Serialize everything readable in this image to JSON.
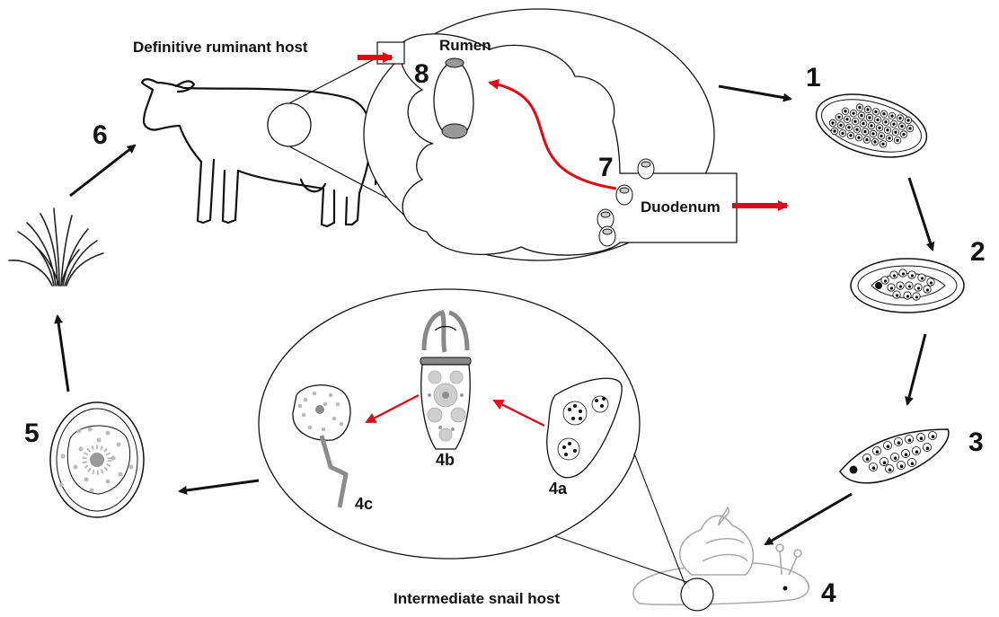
{
  "labels": {
    "definitive_host": "Definitive ruminant host",
    "rumen": "Rumen",
    "duodenum": "Duodenum",
    "intermediate_host": "Intermediate snail host"
  },
  "stages": {
    "s1": "1",
    "s2": "2",
    "s3": "3",
    "s4": "4",
    "s4a": "4a",
    "s4b": "4b",
    "s4c": "4c",
    "s5": "5",
    "s6": "6",
    "s7": "7",
    "s8": "8"
  },
  "colors": {
    "arrow_black": "#111111",
    "arrow_red": "#e30613",
    "gray_dark": "#8c8c8c",
    "gray_mid": "#b0b0b0",
    "gray_light": "#d6d6d6"
  }
}
